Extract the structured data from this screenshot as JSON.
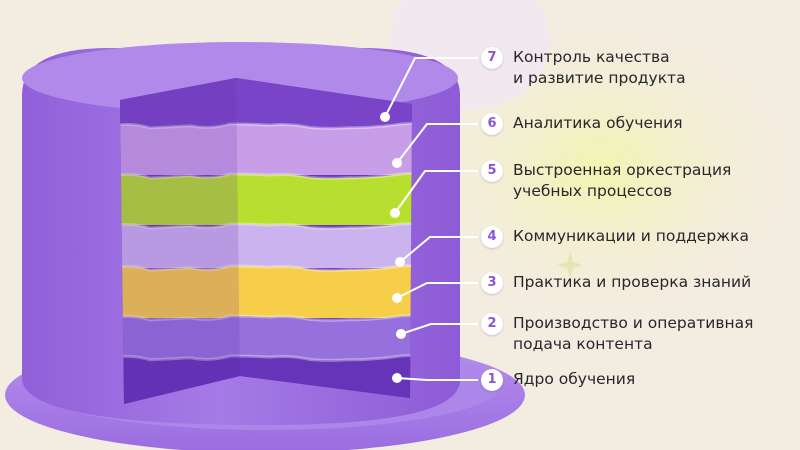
{
  "colors": {
    "background": "#f3ece1",
    "cake": "#a070e2",
    "badge_text": "#8a55d6",
    "label_text": "#27262b"
  },
  "layers": [
    {
      "number": "7",
      "lines": [
        "Контроль качества",
        "и развитие продукта"
      ],
      "color": "#7a44c9"
    },
    {
      "number": "6",
      "lines": [
        "Аналитика обучения"
      ],
      "color": "#c89ee8"
    },
    {
      "number": "5",
      "lines": [
        "Выстроенная оркестрация",
        "учебных процессов"
      ],
      "color": "#b7df2f"
    },
    {
      "number": "4",
      "lines": [
        "Коммуникации и поддержка"
      ],
      "color": "#cbb3f0"
    },
    {
      "number": "3",
      "lines": [
        "Практика и проверка знаний"
      ],
      "color": "#f7ce47"
    },
    {
      "number": "2",
      "lines": [
        "Производство и оперативная",
        "подача контента"
      ],
      "color": "#9670dc"
    },
    {
      "number": "1",
      "lines": [
        "Ядро обучения"
      ],
      "color": "#6534b8"
    }
  ]
}
